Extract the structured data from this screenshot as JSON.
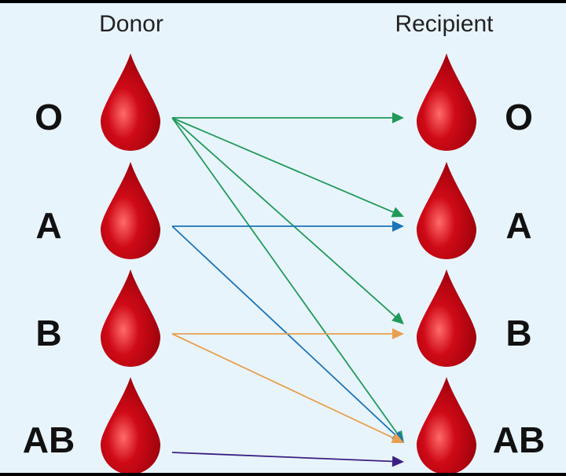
{
  "headers": {
    "donor": "Donor",
    "recipient": "Recipient"
  },
  "blood_types": [
    "O",
    "A",
    "B",
    "AB"
  ],
  "colors": {
    "background": "#e8f4fb",
    "drop": "#cf0a17",
    "drop_highlight": "#ff6a6a"
  },
  "arrows": [
    {
      "from": "O",
      "to": "O",
      "color": "#1f9a58"
    },
    {
      "from": "O",
      "to": "A",
      "color": "#1f9a58"
    },
    {
      "from": "O",
      "to": "B",
      "color": "#1f9a58"
    },
    {
      "from": "O",
      "to": "AB",
      "color": "#1f9a58"
    },
    {
      "from": "A",
      "to": "A",
      "color": "#1a74b8"
    },
    {
      "from": "A",
      "to": "AB",
      "color": "#1a74b8"
    },
    {
      "from": "B",
      "to": "B",
      "color": "#e8a050"
    },
    {
      "from": "B",
      "to": "AB",
      "color": "#e8a050"
    },
    {
      "from": "AB",
      "to": "AB",
      "color": "#3a1f82"
    }
  ]
}
